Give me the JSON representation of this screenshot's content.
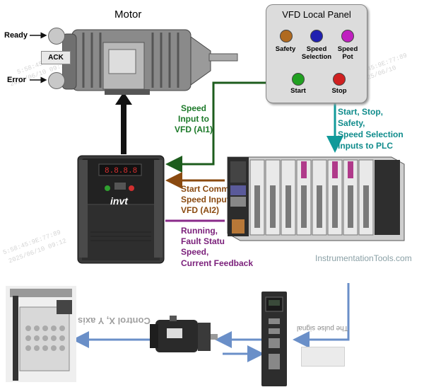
{
  "motor": {
    "title": "Motor"
  },
  "indicators": {
    "ready": "Ready",
    "ack": "ACK",
    "error": "Error"
  },
  "vfd_panel": {
    "title": "VFD Local Panel",
    "buttons": [
      {
        "label": "Safety",
        "color": "#b06a20"
      },
      {
        "label": "Speed\nSelection",
        "color": "#2020b0"
      },
      {
        "label": "Speed\nPot",
        "color": "#c020c0"
      },
      {
        "label": "Start",
        "color": "#20a020"
      },
      {
        "label": "Stop",
        "color": "#d02020"
      }
    ]
  },
  "signals": {
    "speed_input": "Speed\nInput to\nVFD (AI1)",
    "plc_inputs": "Start, Stop,\nSafety,\nSpeed Selection\nInputs to PLC",
    "start_comm": "Start Comm",
    "speed_input2": "Speed Input",
    "vfd_ai2": "VFD (AI2)",
    "running": "Running,",
    "fault_status": "Fault Statu",
    "speed": "Speed,",
    "current_feedback": "Current Feedback"
  },
  "vfd_brand": "invt",
  "watermark_site": "InstrumentationTools.com",
  "bottom": {
    "control_axis": "Control X, Y axis",
    "pulse_signal": "The pulse signal"
  },
  "timestamps": {
    "ts1": "5:58:45:9E:77:89",
    "date1": "2025/06/10  09:12",
    "ts2": "5:58:45:9E:77:89",
    "date2": "2025/06/10",
    "ts3": "5:58:45:9E:77:89",
    "date3": "2025/06/10  09:12"
  },
  "colors": {
    "green_arrow": "#1d5c1d",
    "teal_arrow": "#109a9a",
    "brown_arrow": "#8a4a10",
    "purple_arrow": "#8a2a8a",
    "blue_arrow": "#6a8fc8"
  }
}
